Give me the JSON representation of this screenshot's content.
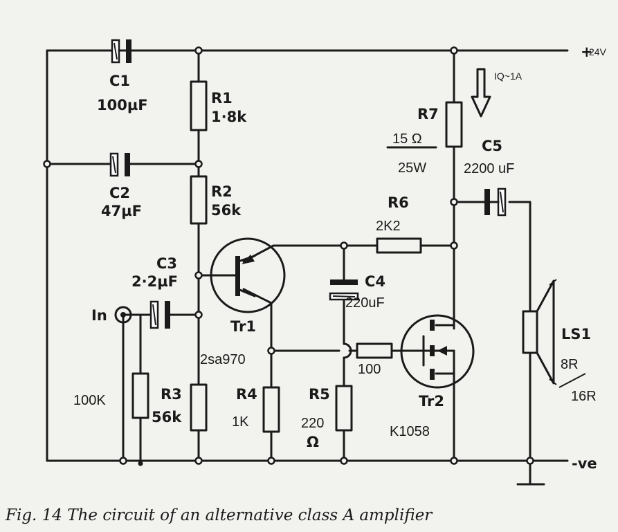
{
  "supply": {
    "plus": "+",
    "voltage": "24V",
    "ground": "-ve"
  },
  "quiescent_current": "IQ~1A",
  "input_label": "In",
  "components": {
    "C1": {
      "name": "C1",
      "value": "100µF"
    },
    "C2": {
      "name": "C2",
      "value": "47µF"
    },
    "C3": {
      "name": "C3",
      "value": "2·2µF"
    },
    "C4": {
      "name": "C4",
      "value": "220uF"
    },
    "C5": {
      "name": "C5",
      "value": "2200 uF"
    },
    "R1": {
      "name": "R1",
      "value": "1·8k"
    },
    "R2": {
      "name": "R2",
      "value": "56k"
    },
    "R3": {
      "name": "R3",
      "value": "56k"
    },
    "R4": {
      "name": "R4",
      "value": "1K"
    },
    "R5": {
      "name": "R5",
      "value": "220",
      "unit": "Ω"
    },
    "R6": {
      "name": "R6",
      "value": "2K2"
    },
    "R7": {
      "name": "R7",
      "value": "15 Ω",
      "power": "25W"
    },
    "R_gate": {
      "value": "100"
    },
    "R_in": {
      "value": "100K"
    },
    "Tr1": {
      "name": "Tr1",
      "part": "2sa970"
    },
    "Tr2": {
      "name": "Tr2",
      "part": "K1058"
    },
    "LS1": {
      "name": "LS1",
      "impedance_a": "8R",
      "impedance_b": "16R"
    }
  },
  "caption": "Fig. 14  The circuit of an alternative class A amplifier"
}
